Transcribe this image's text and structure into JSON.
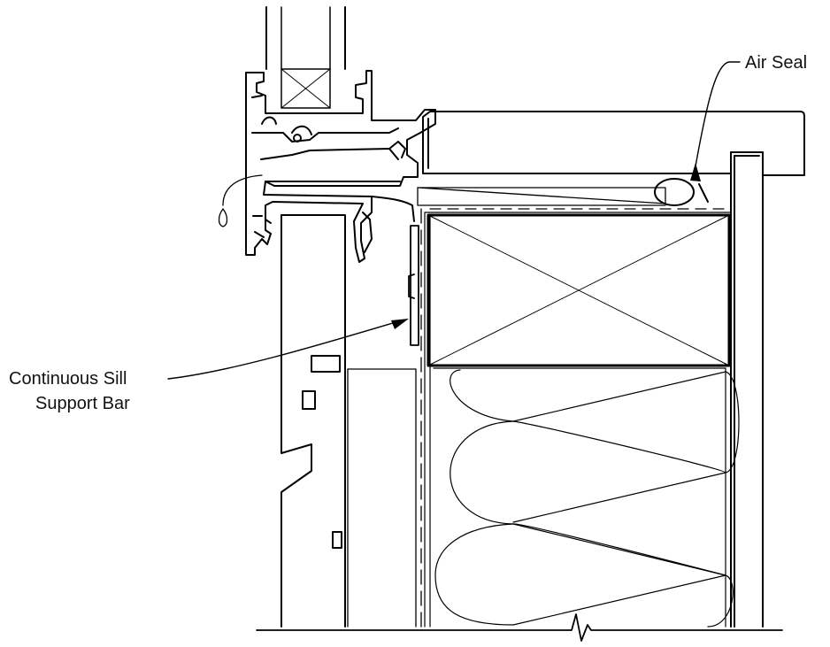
{
  "diagram": {
    "title": "",
    "callouts": {
      "air_seal": "Air Seal",
      "sill_bar_line1": "Continuous Sill",
      "sill_bar_line2": "Support Bar"
    },
    "colors": {
      "line": "#000000",
      "background": "#ffffff"
    }
  }
}
